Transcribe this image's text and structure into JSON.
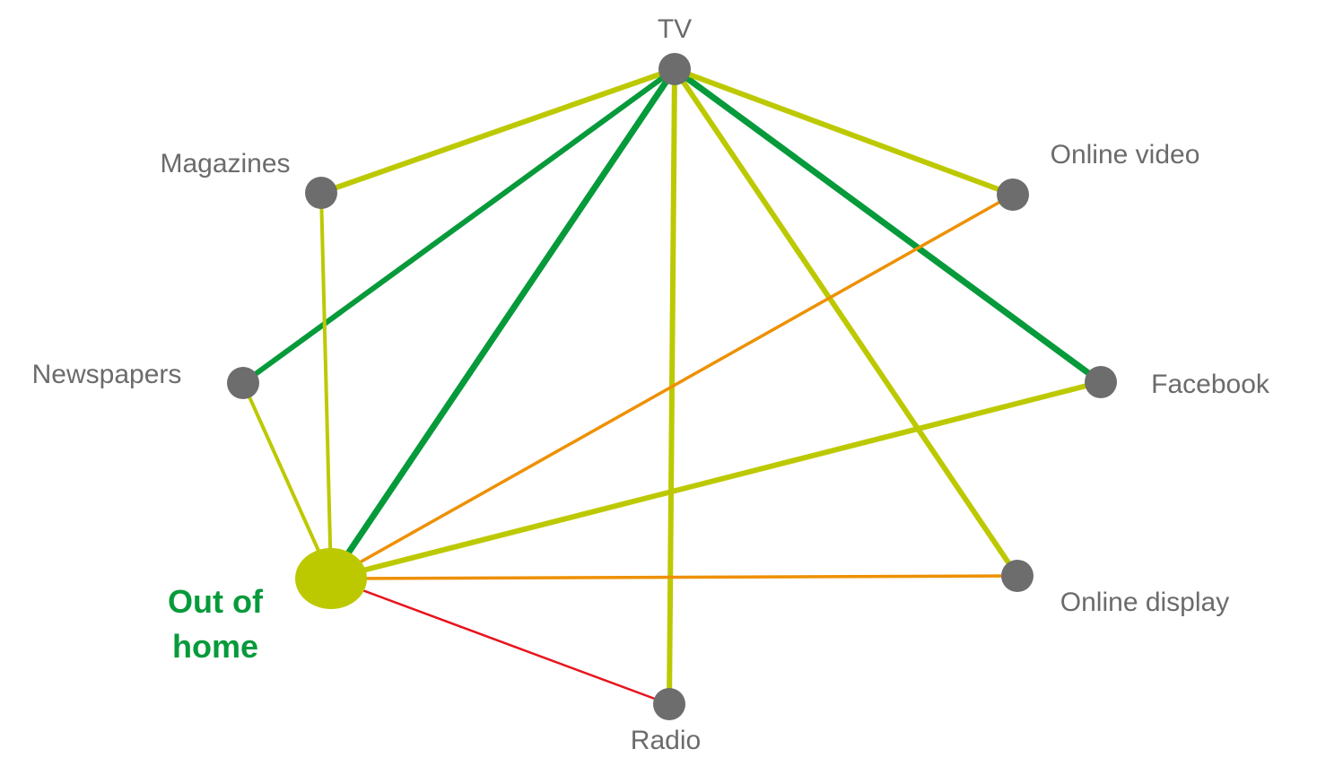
{
  "colors": {
    "node": "#6d6d6d",
    "focus_node": "#bdc900",
    "focus_label": "#069a3b",
    "label": "#6b6b6b",
    "link_dark_green": "#069a3b",
    "link_yellow_green": "#bdc900",
    "link_orange": "#ee9000",
    "link_red": "#e8141c"
  },
  "nodes": [
    {
      "id": "tv",
      "label": "TV"
    },
    {
      "id": "magazines",
      "label": "Magazines"
    },
    {
      "id": "online_video",
      "label": "Online video"
    },
    {
      "id": "newspapers",
      "label": "Newspapers"
    },
    {
      "id": "facebook",
      "label": "Facebook"
    },
    {
      "id": "online_display",
      "label": "Online display"
    },
    {
      "id": "radio",
      "label": "Radio"
    }
  ],
  "focus_node": {
    "id": "out_of_home",
    "label_lines": [
      "Out of",
      "home"
    ]
  },
  "links": [
    {
      "from": "tv",
      "to": "magazines",
      "color": "link_yellow_green",
      "strength": "strong"
    },
    {
      "from": "tv",
      "to": "newspapers",
      "color": "link_dark_green",
      "strength": "strong"
    },
    {
      "from": "tv",
      "to": "out_of_home",
      "color": "link_dark_green",
      "strength": "very strong"
    },
    {
      "from": "tv",
      "to": "radio",
      "color": "link_yellow_green",
      "strength": "strong"
    },
    {
      "from": "tv",
      "to": "online_display",
      "color": "link_yellow_green",
      "strength": "strong"
    },
    {
      "from": "tv",
      "to": "facebook",
      "color": "link_dark_green",
      "strength": "very strong"
    },
    {
      "from": "tv",
      "to": "online_video",
      "color": "link_yellow_green",
      "strength": "strong"
    },
    {
      "from": "magazines",
      "to": "out_of_home",
      "color": "link_yellow_green",
      "strength": "medium"
    },
    {
      "from": "newspapers",
      "to": "out_of_home",
      "color": "link_yellow_green",
      "strength": "medium"
    },
    {
      "from": "online_video",
      "to": "out_of_home",
      "color": "link_orange",
      "strength": "weak"
    },
    {
      "from": "facebook",
      "to": "out_of_home",
      "color": "link_yellow_green",
      "strength": "strong"
    },
    {
      "from": "online_display",
      "to": "out_of_home",
      "color": "link_orange",
      "strength": "weak"
    },
    {
      "from": "radio",
      "to": "out_of_home",
      "color": "link_red",
      "strength": "weakest"
    }
  ]
}
